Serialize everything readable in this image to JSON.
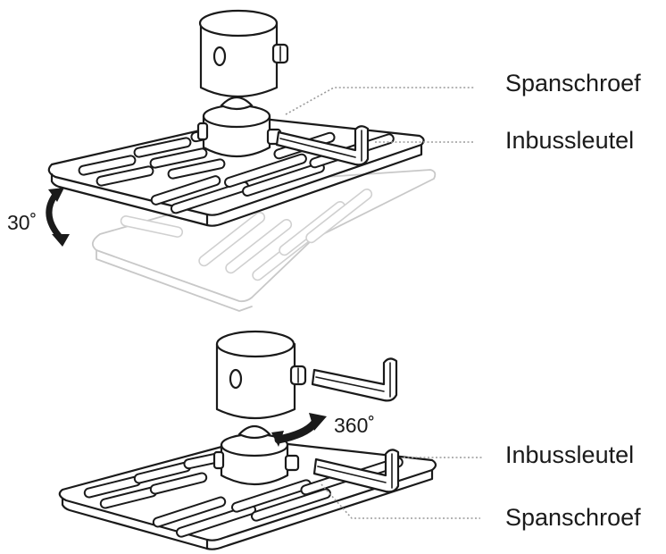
{
  "top_mount": {
    "label_spanschroef": "Spanschroef",
    "label_inbussleutel": "Inbussleutel",
    "tilt_angle": "30˚"
  },
  "bottom_mount": {
    "label_inbussleutel": "Inbussleutel",
    "label_spanschroef": "Spanschroef",
    "rotation_angle": "360˚"
  },
  "colors": {
    "ink": "#1a1a1a",
    "ghost": "#c8c8c8",
    "leader": "#9a9a9a"
  }
}
